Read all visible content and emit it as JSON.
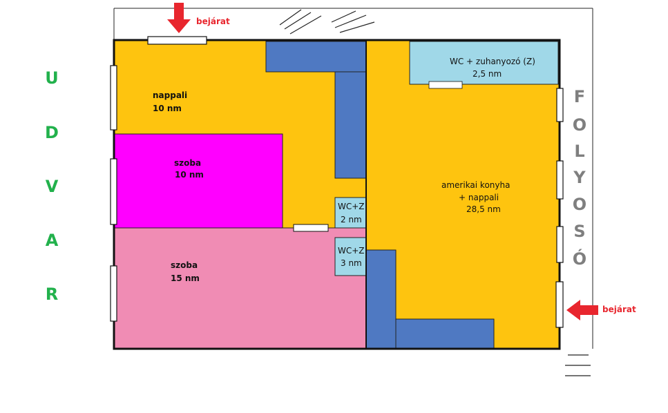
{
  "colors": {
    "hallway": "#fec40f",
    "living": "#fec40f",
    "small_room": "#ff00ff",
    "large_room": "#f08cb4",
    "bathroom": "#a0d8e8",
    "furniture": "#4f79c2",
    "walls": "#111111",
    "side_left": "#22b14c",
    "side_right": "#7f7f7f",
    "arrow": "#e8262e"
  },
  "rooms": {
    "nappali": {
      "name": "nappali",
      "area": "10 nm"
    },
    "szoba_small": {
      "name": "szoba",
      "area": "10 nm"
    },
    "szoba_large": {
      "name": "szoba",
      "area": "15 nm"
    },
    "wc_small_top": {
      "name": "WC+Z",
      "area": "2 nm"
    },
    "wc_small_bottom": {
      "name": "WC+Z",
      "area": "3 nm"
    },
    "wc_shower": {
      "name": "WC + zuhanyozó  (Z)",
      "area": "2,5 nm"
    },
    "kitchen": {
      "name_line1": "amerikai konyha",
      "name_line2": "+ nappali",
      "area": "28,5 nm"
    }
  },
  "sides": {
    "left": [
      "U",
      "D",
      "V",
      "A",
      "R"
    ],
    "right": [
      "F",
      "O",
      "L",
      "Y",
      "O",
      "S",
      "Ó"
    ]
  },
  "entrances": {
    "top": "bejárat",
    "right": "bejárat"
  }
}
